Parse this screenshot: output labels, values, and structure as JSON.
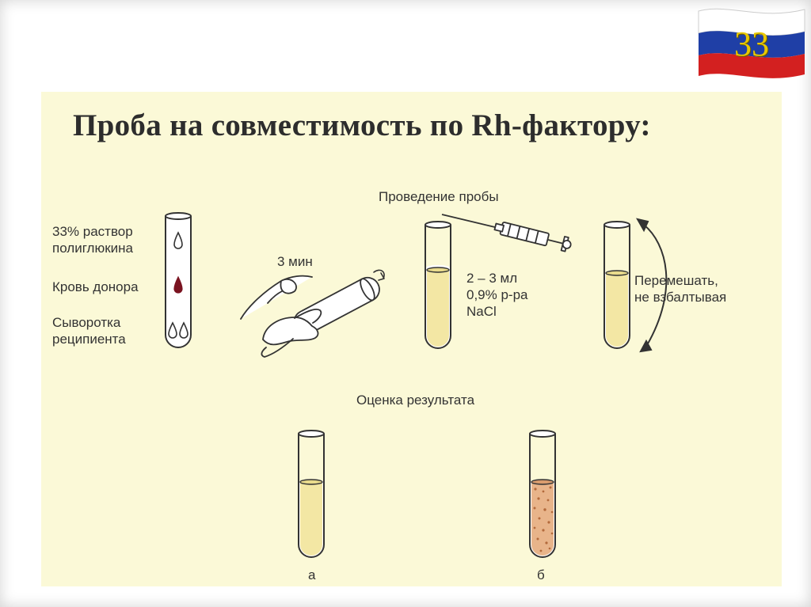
{
  "slide_number": "33",
  "title": "Проба на совместимость по Rh-фактору:",
  "legend": {
    "polyglucin": [
      "33% раствор",
      "полиглюкина"
    ],
    "donor_blood": "Кровь донора",
    "recipient_serum": [
      "Сыворотка",
      "реципиента"
    ]
  },
  "step_time": "3 мин",
  "procedure_heading": "Проведение пробы",
  "saline": [
    "2 – 3 мл",
    "0,9% р-ра",
    "NaCl"
  ],
  "mix_instruction": [
    "Перемешать,",
    "не взбалтывая"
  ],
  "result_heading": "Оценка результата",
  "result_a": "а",
  "result_b": "б",
  "colors": {
    "panel": "#fbf9d7",
    "liquid": "#f3e7a4",
    "agglutinated": "#e8b48a",
    "blood_drop": "#7a1320",
    "outline": "#333333"
  }
}
